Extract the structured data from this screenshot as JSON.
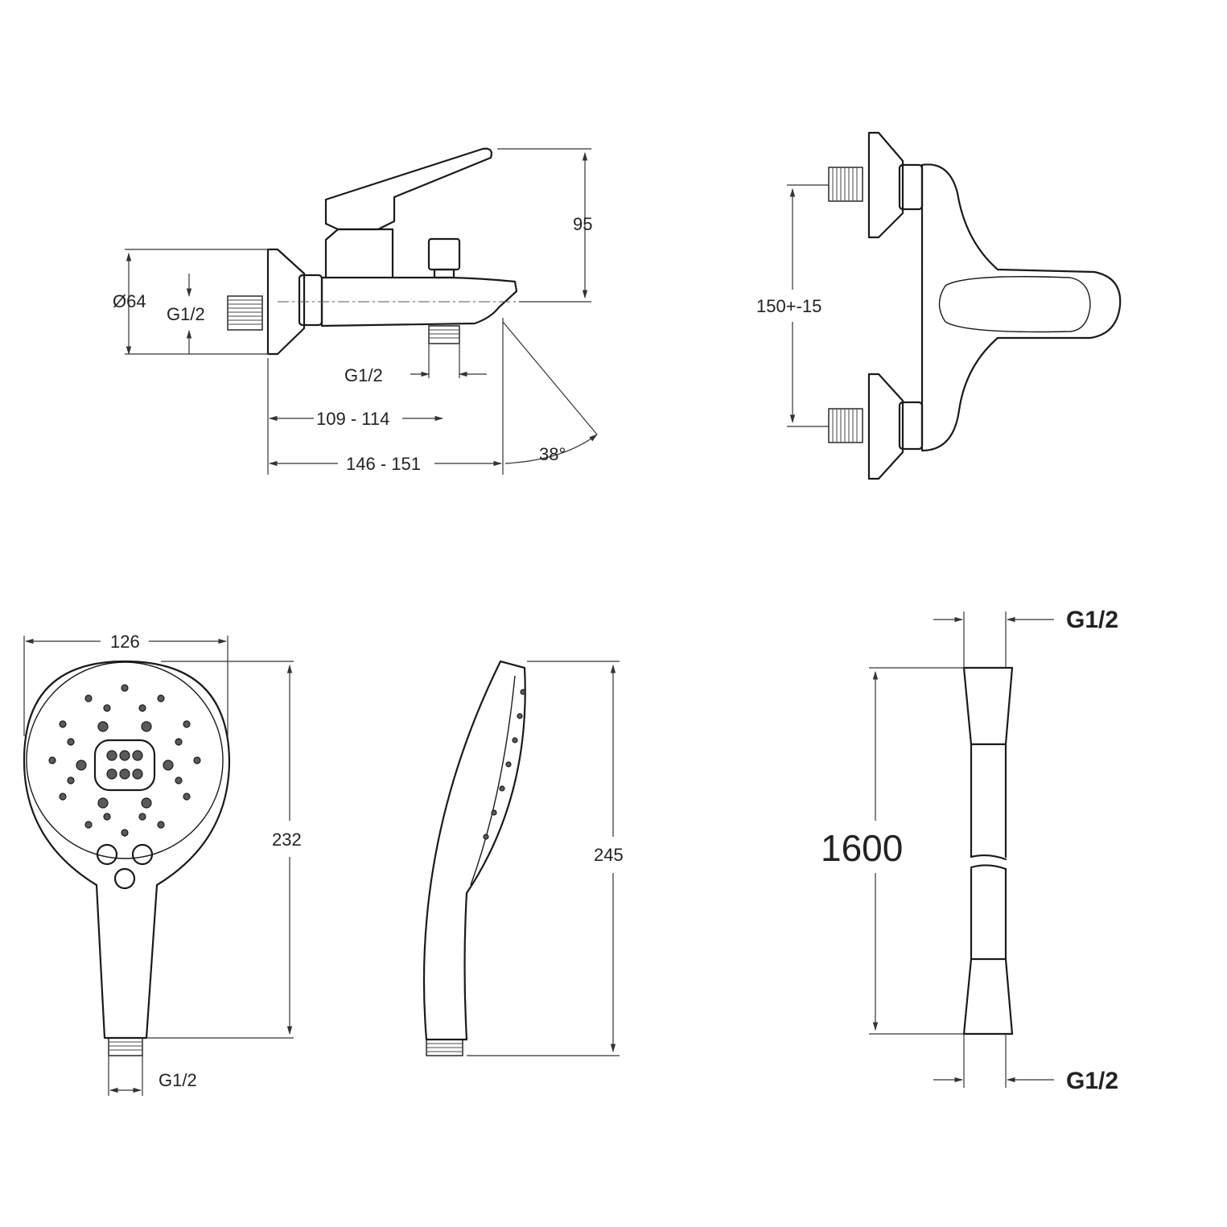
{
  "views": {
    "mixer_side": {
      "dims": {
        "diameter": "Ø64",
        "inlet_thread": "G1/2",
        "outlet_thread": "G1/2",
        "spout_reach_inner": "109 - 114",
        "spout_reach_outer": "146 - 151",
        "spout_angle": "38°",
        "height": "95"
      }
    },
    "mixer_top": {
      "dims": {
        "inlet_spacing": "150+-15"
      }
    },
    "handshower_front": {
      "dims": {
        "width": "126",
        "height": "232",
        "thread": "G1/2"
      }
    },
    "handshower_side": {
      "dims": {
        "height": "245"
      }
    },
    "hose": {
      "dims": {
        "length": "1600",
        "thread_top": "G1/2",
        "thread_bottom": "G1/2"
      }
    }
  },
  "colors": {
    "line": "#1a1a1a",
    "background": "#ffffff"
  }
}
